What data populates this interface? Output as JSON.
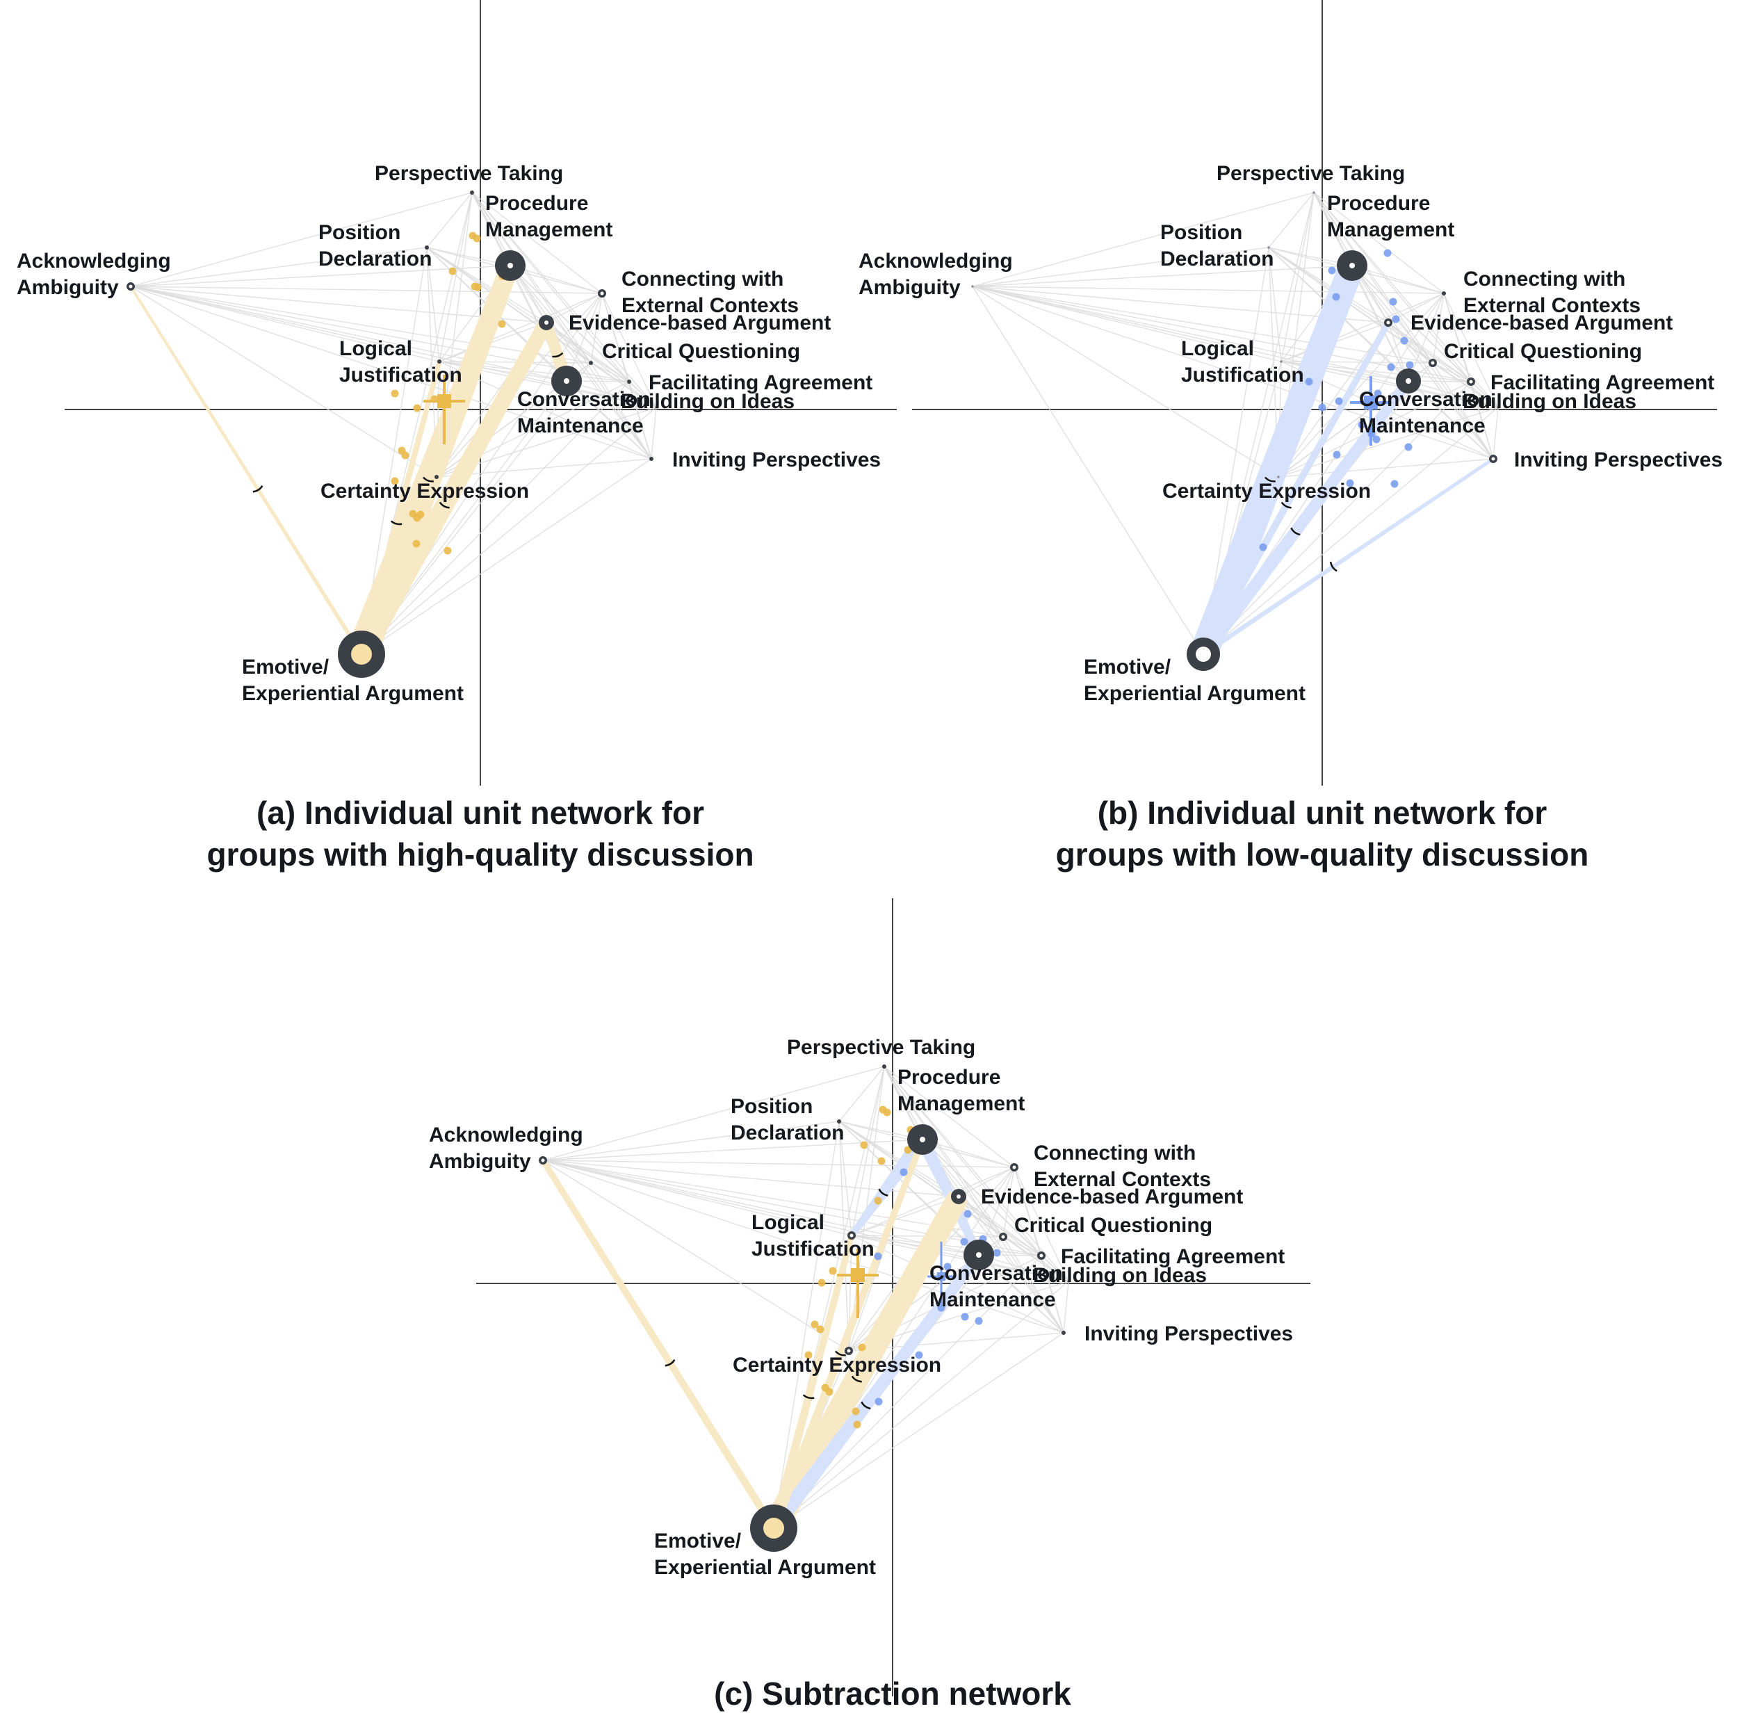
{
  "panels": [
    {
      "id": "a",
      "caption": [
        "(a) Individual unit network for",
        "groups with high-quality discussion"
      ],
      "edge_color": "#f8e9c6",
      "centroid_color": "#e9b949",
      "nodes": [
        {
          "key": "perspective_taking",
          "label": [
            "Perspective Taking"
          ],
          "size": "tiny"
        },
        {
          "key": "position_declaration",
          "label": [
            "Position",
            "Declaration"
          ],
          "size": "tiny"
        },
        {
          "key": "procedure_management",
          "label": [
            "Procedure",
            "Management"
          ],
          "size": "large"
        },
        {
          "key": "acknowledging_ambiguity",
          "label": [
            "Acknowledging",
            "Ambiguity"
          ],
          "size": "small"
        },
        {
          "key": "connecting_external",
          "label": [
            "Connecting with",
            "External Contexts"
          ],
          "size": "small"
        },
        {
          "key": "evidence_based",
          "label": [
            "Evidence-based Argument"
          ],
          "size": "medium"
        },
        {
          "key": "logical_justification",
          "label": [
            "Logical",
            "Justification"
          ],
          "size": "tiny"
        },
        {
          "key": "critical_questioning",
          "label": [
            "Critical Questioning"
          ],
          "size": "tiny"
        },
        {
          "key": "facilitating_agreement",
          "label": [
            "Facilitating Agreement"
          ],
          "size": "tiny"
        },
        {
          "key": "conversation_maintenance",
          "label": [
            "Conversation",
            "Maintenance"
          ],
          "size": "large"
        },
        {
          "key": "building_on_ideas",
          "label": [
            "Building on Ideas"
          ],
          "size": "none"
        },
        {
          "key": "inviting_perspectives",
          "label": [
            "Inviting Perspectives"
          ],
          "size": "tiny"
        },
        {
          "key": "certainty_expression",
          "label": [
            "Certainty Expression"
          ],
          "size": "tiny"
        },
        {
          "key": "emotive_experiential",
          "label": [
            "Emotive/",
            "Experiential Argument"
          ],
          "size": "xlarge"
        }
      ]
    },
    {
      "id": "b",
      "caption": [
        "(b) Individual unit network for",
        "groups with low-quality discussion"
      ],
      "edge_color": "#d6e2fb",
      "centroid_color": "#7a9ef0",
      "nodes": [
        {
          "key": "perspective_taking",
          "label": [
            "Perspective Taking"
          ],
          "size": "none"
        },
        {
          "key": "position_declaration",
          "label": [
            "Position",
            "Declaration"
          ],
          "size": "none"
        },
        {
          "key": "procedure_management",
          "label": [
            "Procedure",
            "Management"
          ],
          "size": "large"
        },
        {
          "key": "acknowledging_ambiguity",
          "label": [
            "Acknowledging",
            "Ambiguity"
          ],
          "size": "none"
        },
        {
          "key": "connecting_external",
          "label": [
            "Connecting with",
            "External Contexts"
          ],
          "size": "tiny"
        },
        {
          "key": "evidence_based",
          "label": [
            "Evidence-based Argument"
          ],
          "size": "small"
        },
        {
          "key": "logical_justification",
          "label": [
            "Logical",
            "Justification"
          ],
          "size": "none"
        },
        {
          "key": "critical_questioning",
          "label": [
            "Critical Questioning"
          ],
          "size": "small"
        },
        {
          "key": "facilitating_agreement",
          "label": [
            "Facilitating Agreement"
          ],
          "size": "small"
        },
        {
          "key": "conversation_maintenance",
          "label": [
            "Conversation",
            "Maintenance"
          ],
          "size": "medium-large"
        },
        {
          "key": "building_on_ideas",
          "label": [
            "Building on Ideas"
          ],
          "size": "none"
        },
        {
          "key": "inviting_perspectives",
          "label": [
            "Inviting Perspectives"
          ],
          "size": "small"
        },
        {
          "key": "certainty_expression",
          "label": [
            "Certainty Expression"
          ],
          "size": "none"
        },
        {
          "key": "emotive_experiential",
          "label": [
            "Emotive/",
            "Experiential Argument"
          ],
          "size": "large-hollow"
        }
      ]
    },
    {
      "id": "c",
      "caption": [
        "(c) Subtraction network"
      ],
      "edge_color": "#f8e9c6",
      "edge_color_alt": "#d6e2fb",
      "centroid_color": "#e9b949",
      "centroid_color_alt": "#7a9ef0",
      "nodes": [
        {
          "key": "perspective_taking",
          "label": [
            "Perspective Taking"
          ],
          "size": "tiny"
        },
        {
          "key": "position_declaration",
          "label": [
            "Position",
            "Declaration"
          ],
          "size": "tiny"
        },
        {
          "key": "procedure_management",
          "label": [
            "Procedure",
            "Management"
          ],
          "size": "large"
        },
        {
          "key": "acknowledging_ambiguity",
          "label": [
            "Acknowledging",
            "Ambiguity"
          ],
          "size": "small"
        },
        {
          "key": "connecting_external",
          "label": [
            "Connecting with",
            "External Contexts"
          ],
          "size": "small"
        },
        {
          "key": "evidence_based",
          "label": [
            "Evidence-based Argument"
          ],
          "size": "medium"
        },
        {
          "key": "logical_justification",
          "label": [
            "Logical",
            "Justification"
          ],
          "size": "small"
        },
        {
          "key": "critical_questioning",
          "label": [
            "Critical Questioning"
          ],
          "size": "small"
        },
        {
          "key": "facilitating_agreement",
          "label": [
            "Facilitating Agreement"
          ],
          "size": "small"
        },
        {
          "key": "conversation_maintenance",
          "label": [
            "Conversation",
            "Maintenance"
          ],
          "size": "large"
        },
        {
          "key": "building_on_ideas",
          "label": [
            "Building on Ideas"
          ],
          "size": "none"
        },
        {
          "key": "inviting_perspectives",
          "label": [
            "Inviting Perspectives"
          ],
          "size": "tiny"
        },
        {
          "key": "certainty_expression",
          "label": [
            "Certainty Expression"
          ],
          "size": "small"
        },
        {
          "key": "emotive_experiential",
          "label": [
            "Emotive/",
            "Experiential Argument"
          ],
          "size": "xlarge"
        }
      ]
    }
  ]
}
